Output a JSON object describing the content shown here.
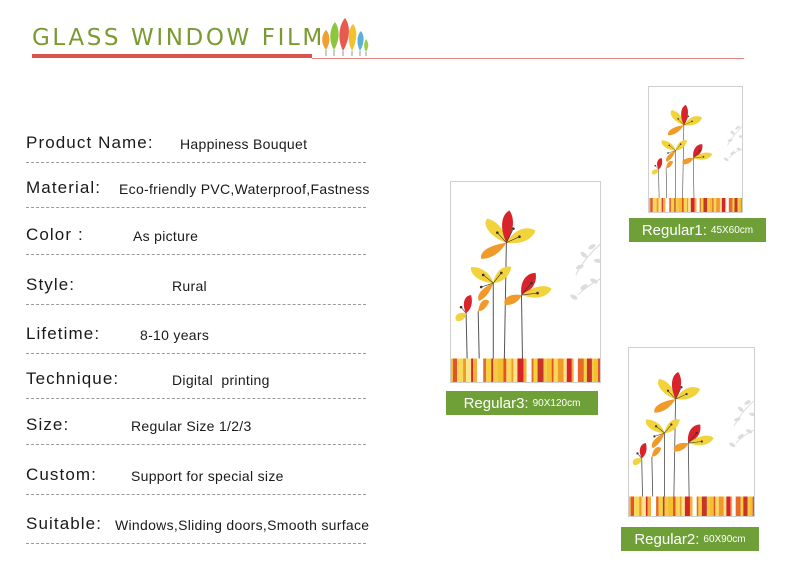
{
  "header": {
    "title": "GLASS WINDOW FILM",
    "logo_icon": "leaves-icon",
    "accent_color": "#d9534a",
    "title_color": "#7a9a32"
  },
  "specs": [
    {
      "label": "Product Name:",
      "value": "Happiness Bouquet"
    },
    {
      "label": "Material:",
      "value": "Eco-friendly PVC,Waterproof,Fastness"
    },
    {
      "label": "Color :",
      "value": "As picture"
    },
    {
      "label": "Style:",
      "value": "Rural"
    },
    {
      "label": "Lifetime:",
      "value": "8-10 years"
    },
    {
      "label": "Technique:",
      "value": "Digital  printing"
    },
    {
      "label": "Size:",
      "value": "Regular Size 1/2/3"
    },
    {
      "label": "Custom:",
      "value": "Support for special size"
    },
    {
      "label": "Suitable:",
      "value": "Windows,Sliding doors,Smooth surface"
    }
  ],
  "products": [
    {
      "name": "Regular3:",
      "size": "90X120cm"
    },
    {
      "name": "Regular1:",
      "size": "45X60cm"
    },
    {
      "name": "Regular2:",
      "size": "60X90cm"
    }
  ],
  "tag_color": "#6fa038"
}
